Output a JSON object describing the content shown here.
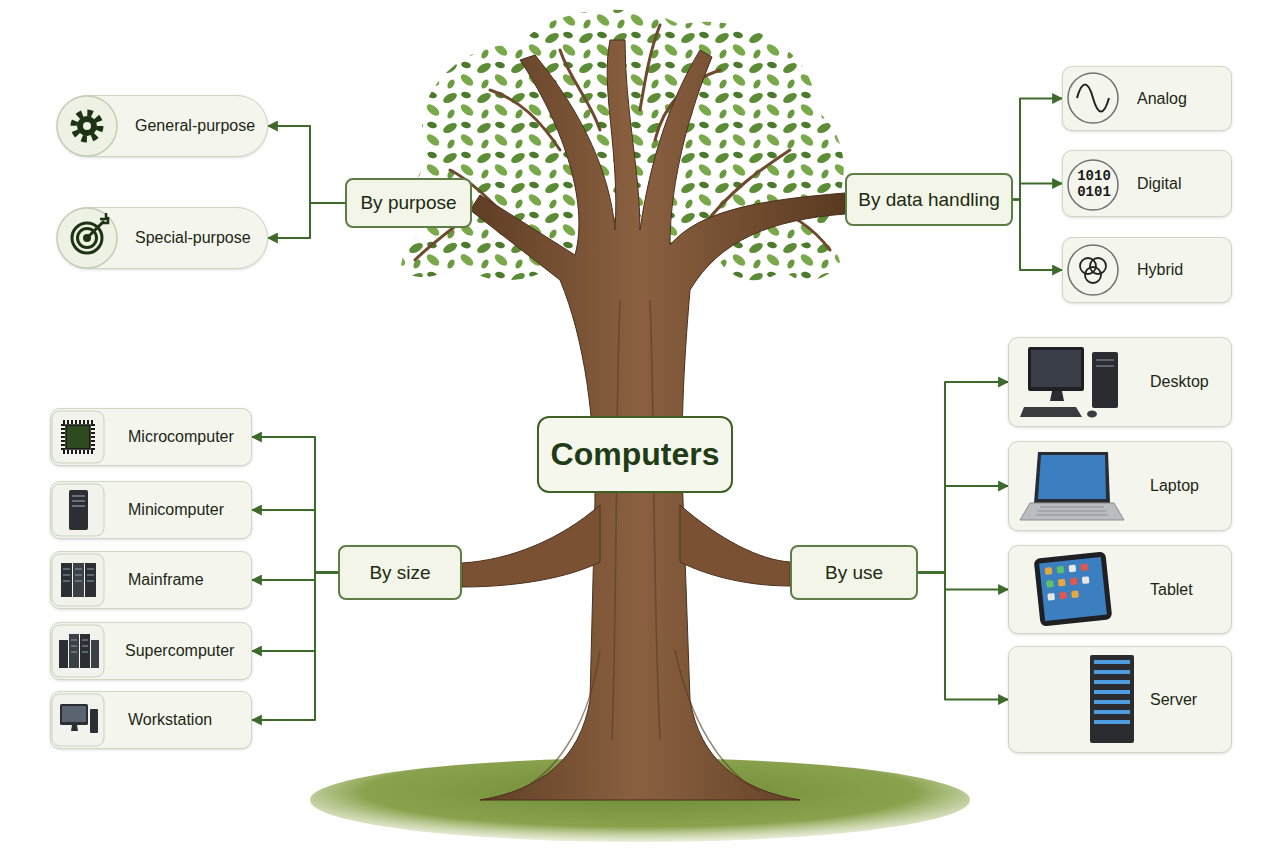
{
  "diagram": {
    "nodes": [
      {
        "text": [
          "By purpose"
        ]
      },
      {
        "text": [
          "General-purpose"
        ]
      },
      {
        "text": [
          "Special-purpose"
        ]
      },
      {
        "text": [
          "By data handling"
        ]
      },
      {
        "text": [
          "Analog"
        ]
      },
      {
        "text": [
          "1010 0101",
          "Digital"
        ]
      },
      {
        "text": [
          "Hybrid"
        ]
      },
      {
        "text": [
          "Computers"
        ]
      },
      {
        "text": [
          "By size"
        ]
      },
      {
        "text": [
          "Microcomputer"
        ]
      },
      {
        "text": [
          "Minicomputer"
        ]
      },
      {
        "text": [
          "Mainframe"
        ]
      },
      {
        "text": [
          "Supercomputer"
        ]
      },
      {
        "text": [
          "Workstation"
        ]
      },
      {
        "text": [
          "By use"
        ]
      },
      {
        "text": [
          "Desktop"
        ]
      },
      {
        "text": [
          "Laptop"
        ]
      },
      {
        "text": [
          "Tablet"
        ]
      },
      {
        "text": [
          "Server"
        ]
      }
    ],
    "edges": [
      {
        "from": 0,
        "to": 1,
        "arrow": "to"
      },
      {
        "from": 0,
        "to": 2,
        "arrow": "to"
      },
      {
        "from": 3,
        "to": 4,
        "arrow": "to"
      },
      {
        "from": 3,
        "to": 5,
        "arrow": "to"
      },
      {
        "from": 3,
        "to": 6,
        "arrow": "to"
      },
      {
        "from": 8,
        "to": 9,
        "arrow": "to"
      },
      {
        "from": 8,
        "to": 10,
        "arrow": "to"
      },
      {
        "from": 8,
        "to": 11,
        "arrow": "to"
      },
      {
        "from": 8,
        "to": 12,
        "arrow": "to"
      },
      {
        "from": 8,
        "to": 13,
        "arrow": "to"
      },
      {
        "from": 14,
        "to": 15,
        "arrow": "to"
      },
      {
        "from": 14,
        "to": 16,
        "arrow": "to"
      },
      {
        "from": 14,
        "to": 17,
        "arrow": "to"
      },
      {
        "from": 14,
        "to": 18,
        "arrow": "to"
      }
    ]
  }
}
